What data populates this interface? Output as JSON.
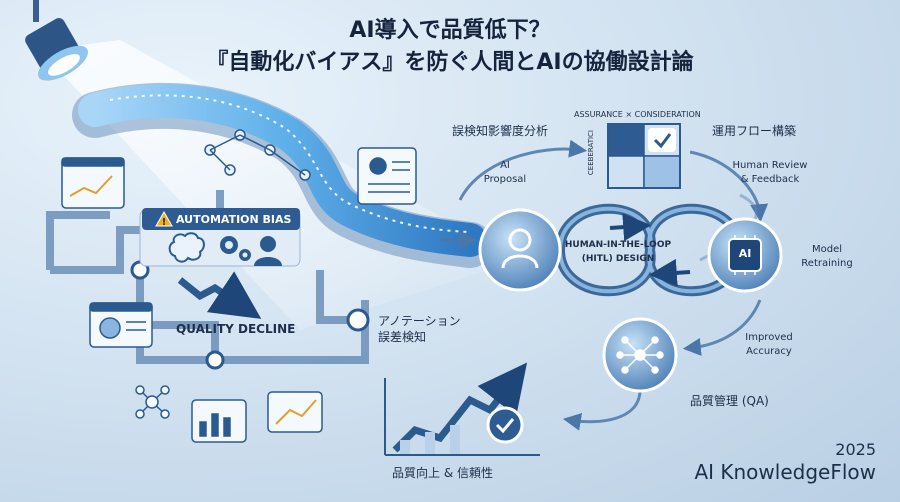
{
  "title": {
    "line1": "AI導入で品質低下？",
    "line2": "『自動化バイアス』を防ぐ人間とAIの協働設計論"
  },
  "left": {
    "warning_badge": "AUTOMATION BIAS",
    "decline_label": "QUALITY DECLINE",
    "annotation_label_1": "アノテーション",
    "annotation_label_2": "誤差検知"
  },
  "cycle": {
    "cognitive_analysis": "誤検知影響度分析",
    "matrix_header": "ASSURANCE × CONSIDERATION",
    "matrix_side": "CEEBERATICI",
    "operation_flow": "運用フロー構築",
    "ai_proposal_1": "AI",
    "ai_proposal_2": "Proposal",
    "human_review_1": "Human Review",
    "human_review_2": "& Feedback",
    "hitl_1": "HUMAN-IN-THE-LOOP",
    "hitl_2": "(HITL) DESIGN",
    "model_retraining_1": "Model",
    "model_retraining_2": "Retraining",
    "ai_chip": "AI",
    "improved_1": "Improved",
    "improved_2": "Accuracy",
    "qa_label": "品質管理 (QA)"
  },
  "bottom": {
    "quality_trust": "品質向上 & 信頼性"
  },
  "brand": {
    "year": "2025",
    "name": "AI KnowledgeFlow"
  },
  "colors": {
    "primary": "#2b5a8f",
    "accent": "#4da3e6",
    "warning": "#f2b01e"
  }
}
